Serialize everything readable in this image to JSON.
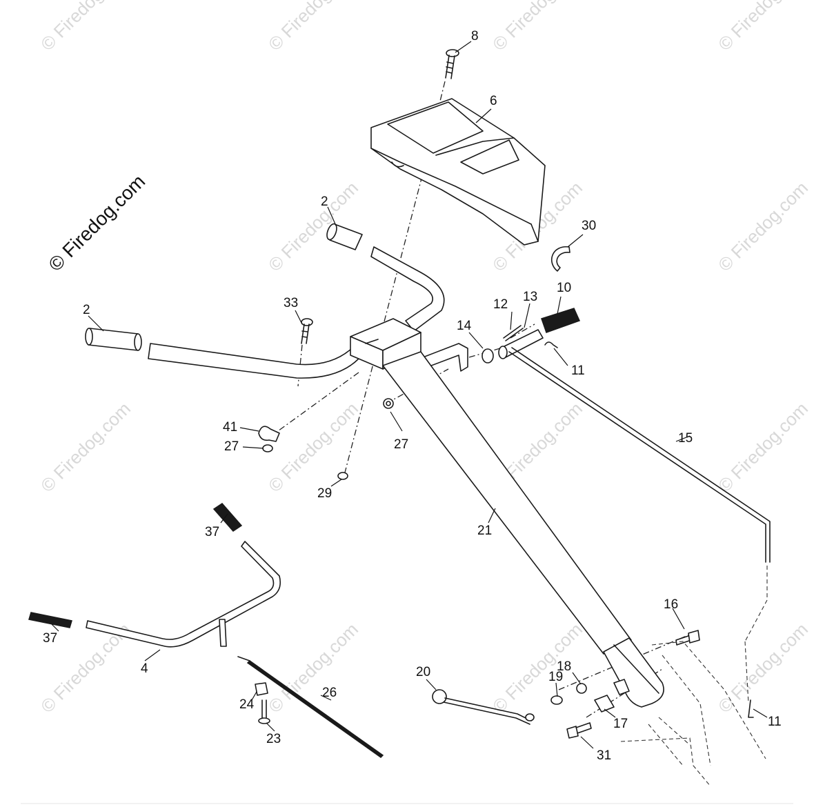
{
  "copyright": "© Firedog.com",
  "watermark": "© Firedog.com",
  "callouts": [
    "8",
    "6",
    "2",
    "30",
    "33",
    "2",
    "10",
    "12",
    "13",
    "14",
    "11",
    "41",
    "27",
    "27",
    "15",
    "29",
    "37",
    "21",
    "16",
    "37",
    "4",
    "20",
    "19",
    "18",
    "26",
    "24",
    "17",
    "11",
    "23",
    "31"
  ]
}
